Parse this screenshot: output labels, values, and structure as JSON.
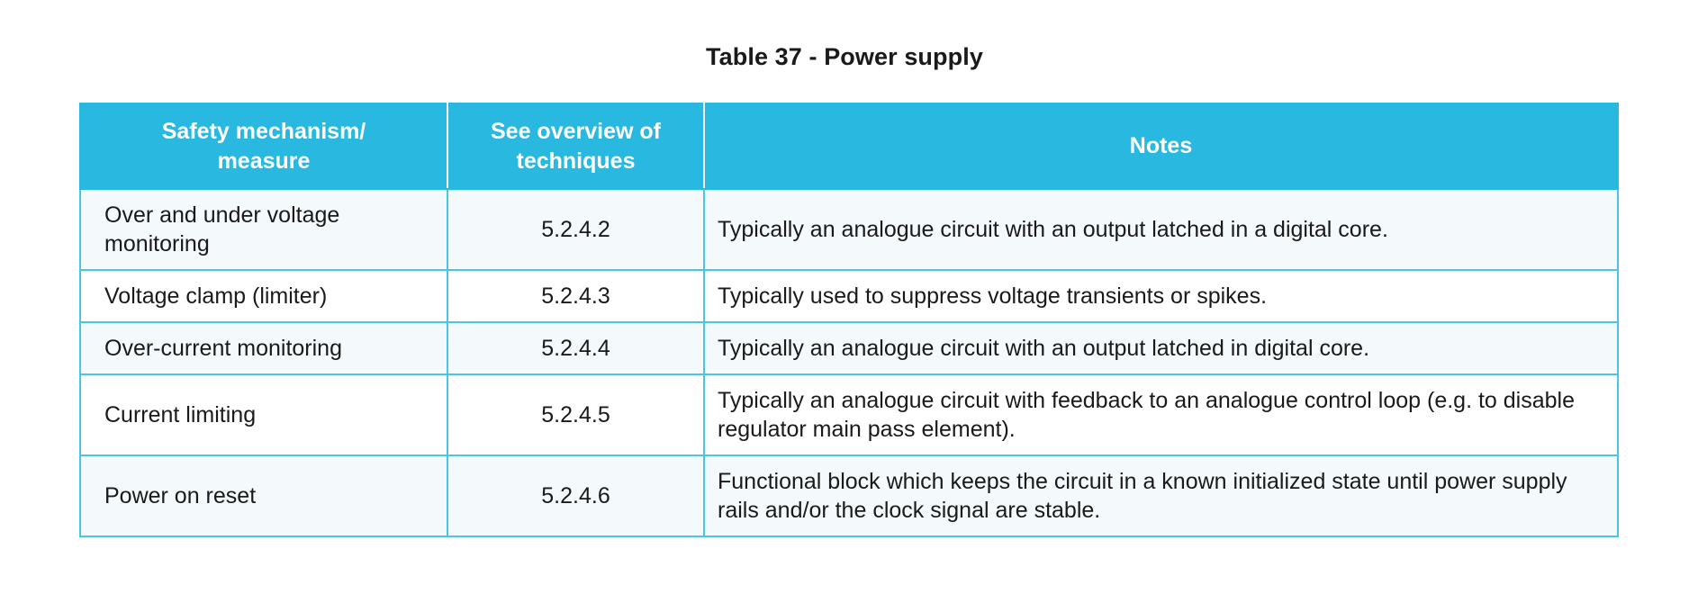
{
  "caption": "Table 37 - Power supply",
  "colors": {
    "header_bg": "#29b8e0",
    "header_text": "#ffffff",
    "border": "#4ac4e8",
    "row_tint": "#f4f9fb",
    "row_plain": "#ffffff",
    "body_text": "#1a1a1a"
  },
  "table": {
    "headers": {
      "mechanism": "Safety mechanism/ measure",
      "mechanism_line1": "Safety mechanism/",
      "mechanism_line2": "measure",
      "reference": "See overview of techniques",
      "reference_line1": "See overview of",
      "reference_line2": "techniques",
      "notes": "Notes"
    },
    "rows": [
      {
        "mechanism": "Over and under voltage monitoring",
        "reference": "5.2.4.2",
        "notes": "Typically an analogue circuit with an output latched in a digital core."
      },
      {
        "mechanism": "Voltage clamp (limiter)",
        "reference": "5.2.4.3",
        "notes": "Typically used to suppress voltage transients or spikes."
      },
      {
        "mechanism": "Over-current monitoring",
        "reference": "5.2.4.4",
        "notes": "Typically an analogue circuit with an output latched in digital core."
      },
      {
        "mechanism": "Current limiting",
        "reference": "5.2.4.5",
        "notes": "Typically an analogue circuit with feedback to an analogue control loop (e.g. to disable regulator main pass element)."
      },
      {
        "mechanism": "Power on reset",
        "reference": "5.2.4.6",
        "notes": "Functional block which keeps the circuit in a known initialized state until power supply rails and/or the clock signal are stable."
      }
    ]
  }
}
